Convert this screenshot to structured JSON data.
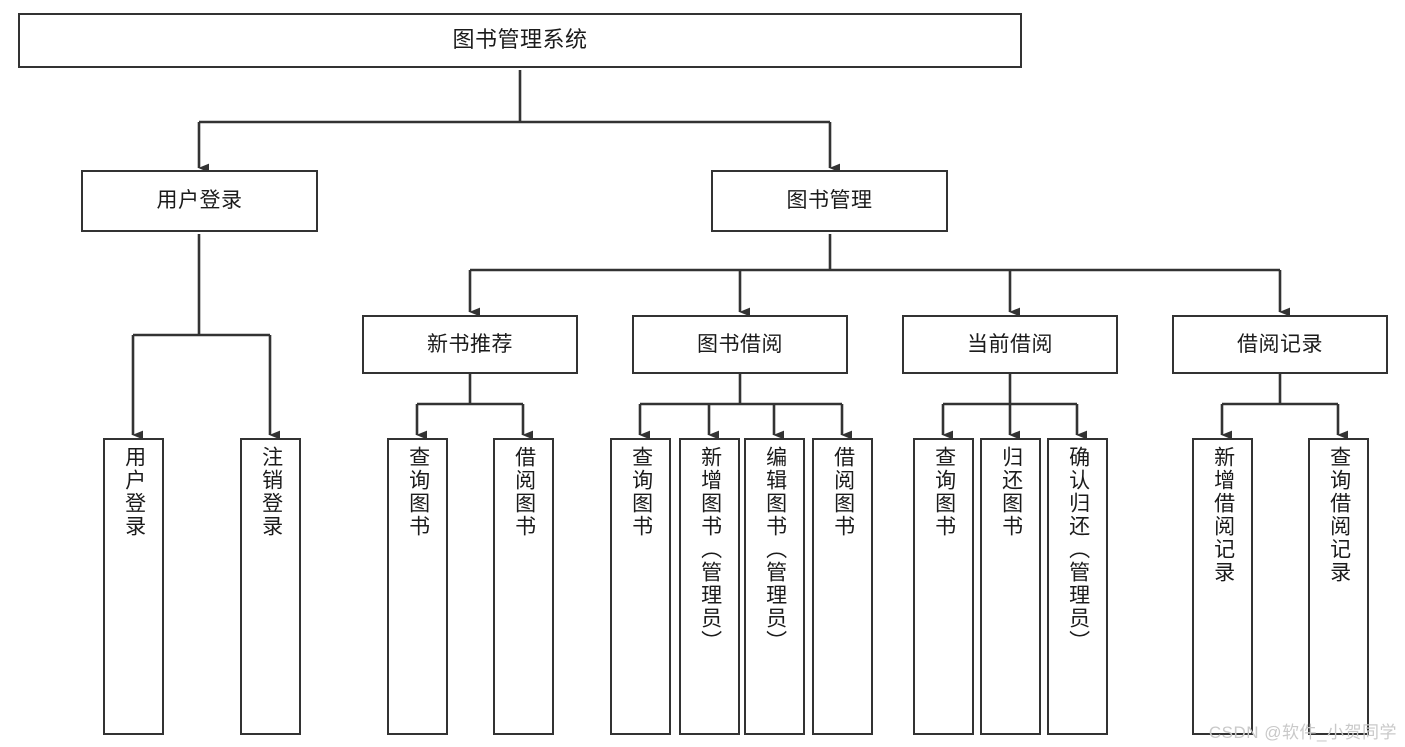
{
  "diagram": {
    "title": "图书管理系统",
    "type": "tree-hierarchy-diagram",
    "watermark": "CSDN @软件_小贺同学",
    "colors": {
      "background": "#ffffff",
      "box_border": "#333333",
      "box_fill": "#ffffff",
      "text": "#1b1b1b",
      "edge": "#333333",
      "watermark": "#c9c9c9"
    },
    "nodes": {
      "root": {
        "label": "图书管理系统"
      },
      "level2": [
        {
          "label": "用户登录"
        },
        {
          "label": "图书管理"
        }
      ],
      "level3": [
        {
          "label": "新书推荐"
        },
        {
          "label": "图书借阅"
        },
        {
          "label": "当前借阅"
        },
        {
          "label": "借阅记录"
        }
      ],
      "leaves_user_login": [
        {
          "label": "用户登录"
        },
        {
          "label": "注销登录"
        }
      ],
      "leaves_new_book": [
        {
          "label": "查询图书"
        },
        {
          "label": "借阅图书"
        }
      ],
      "leaves_borrow": [
        {
          "label": "查询图书"
        },
        {
          "label": "新增图书（管理员）"
        },
        {
          "label": "编辑图书（管理员）"
        },
        {
          "label": "借阅图书"
        }
      ],
      "leaves_current": [
        {
          "label": "查询图书"
        },
        {
          "label": "归还图书"
        },
        {
          "label": "确认归还（管理员）"
        }
      ],
      "leaves_records": [
        {
          "label": "新增借阅记录"
        },
        {
          "label": "查询借阅记录"
        }
      ]
    }
  }
}
